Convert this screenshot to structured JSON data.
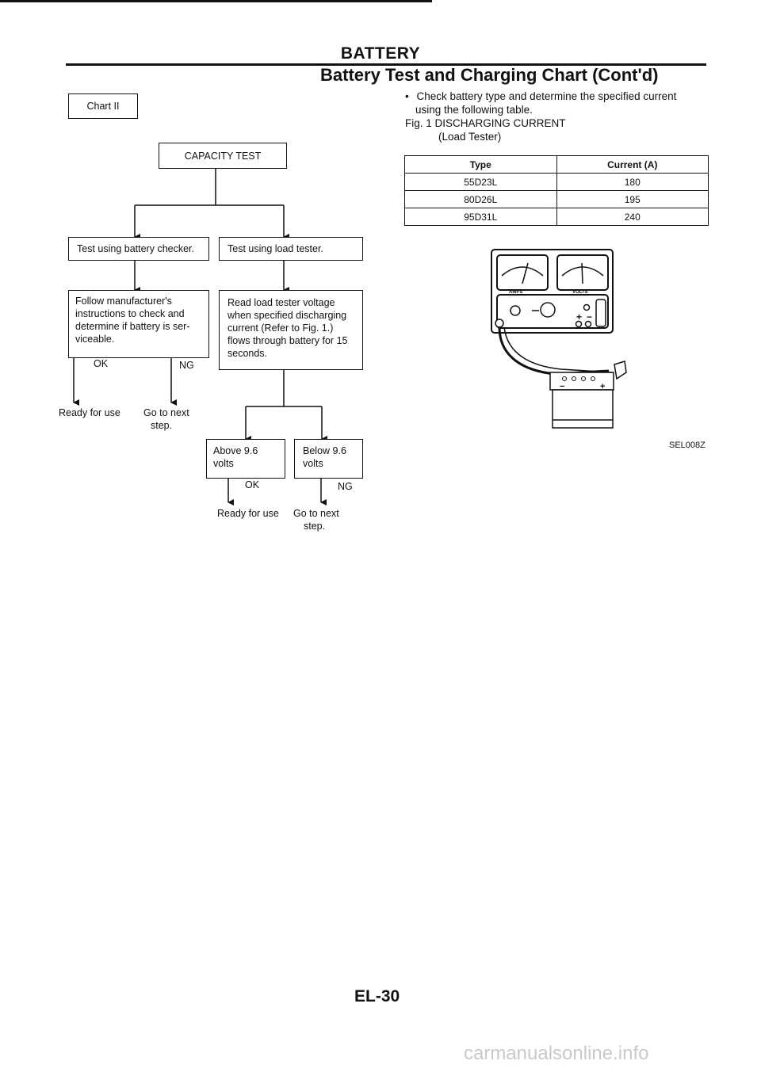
{
  "header": {
    "section": "BATTERY",
    "subtitle": "Battery Test and Charging Chart (Cont'd)"
  },
  "chart_label": "Chart II",
  "flow": {
    "capacity_test": "CAPACITY TEST",
    "left": {
      "test": "Test using battery checker.",
      "instruction_lines": [
        "Follow manufacturer's",
        "instructions to check and",
        "determine if battery is ser-",
        "viceable."
      ],
      "ok": "OK",
      "ng": "NG",
      "ok_result": "Ready for use",
      "ng_result_lines": [
        "Go to next",
        "step."
      ]
    },
    "right": {
      "test": "Test using load tester.",
      "instruction_lines": [
        "Read load tester voltage",
        "when specified discharging",
        "current (Refer to Fig. 1.)",
        "flows through battery for 15",
        "seconds."
      ],
      "above_lines": [
        "Above 9.6",
        "volts"
      ],
      "below_lines": [
        "Below 9.6",
        "volts"
      ],
      "ok": "OK",
      "ng": "NG",
      "ok_result": "Ready for use",
      "ng_result_lines": [
        "Go to next",
        "step."
      ]
    }
  },
  "instructions": {
    "bullet": "•",
    "line1": "Check battery type and determine the specified current",
    "line2": "using the following table.",
    "fig_title": "Fig. 1  DISCHARGING CURRENT",
    "fig_subtitle": "(Load Tester)"
  },
  "table": {
    "headers": [
      "Type",
      "Current (A)"
    ],
    "rows": [
      [
        "55D23L",
        "180"
      ],
      [
        "80D26L",
        "195"
      ],
      [
        "95D31L",
        "240"
      ]
    ]
  },
  "illustration": {
    "amps_label": "AMPS",
    "volts_label": "VOLTS",
    "plus": "+",
    "minus": "−",
    "figure_code": "SEL008Z"
  },
  "footer": {
    "page_code": "EL-30",
    "watermark": "carmanualsonline.info"
  }
}
